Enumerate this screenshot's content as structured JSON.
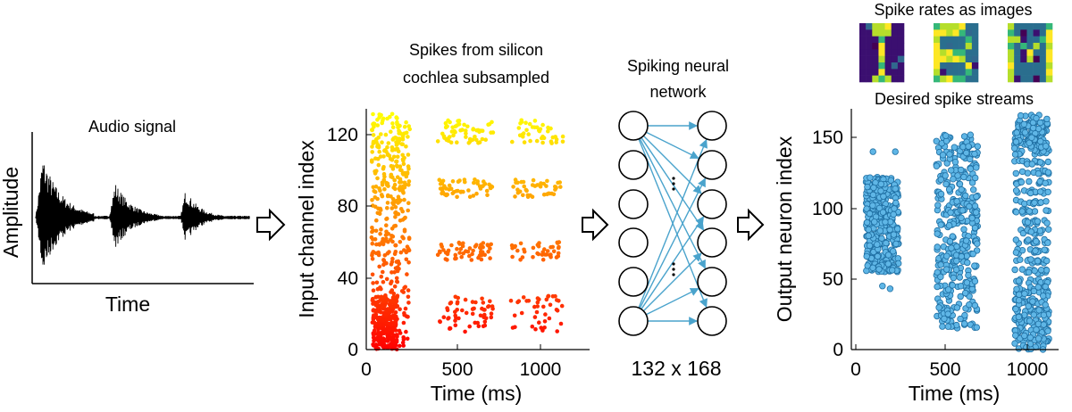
{
  "audio_panel": {
    "title": "Audio signal",
    "xlabel": "Time",
    "ylabel": "Amplitude"
  },
  "input_panel": {
    "title_line1": "Spikes from silicon",
    "title_line2": "cochlea subsampled",
    "xlabel": "Time (ms)",
    "ylabel": "Input channel index",
    "x_ticks": [
      "0",
      "500",
      "1000"
    ],
    "y_ticks": [
      "0",
      "40",
      "80",
      "120"
    ]
  },
  "network_panel": {
    "title_line1": "Spiking neural",
    "title_line2": "network",
    "size_label": "132 x 168",
    "left_nodes": 6,
    "right_nodes": 6,
    "edge_color": "#4aa3cc"
  },
  "output_panel": {
    "images_title": "Spike rates as images",
    "title": "Desired spike streams",
    "xlabel": "Time (ms)",
    "ylabel": "Output neuron index",
    "x_ticks": [
      "0",
      "500",
      "1000"
    ],
    "y_ticks": [
      "0",
      "50",
      "100",
      "150"
    ]
  },
  "chart_data": [
    {
      "type": "scatter",
      "title": "Spikes from silicon cochlea subsampled",
      "xlabel": "Time (ms)",
      "ylabel": "Input channel index",
      "xlim": [
        0,
        1230
      ],
      "ylim": [
        0,
        135
      ],
      "colormap": "autumn (red at channel 0 to yellow at channel 132)",
      "clusters": [
        {
          "x_range": [
            20,
            250
          ],
          "y_range": [
            2,
            132
          ]
        },
        {
          "x_range": [
            400,
            730
          ],
          "y_range": [
            15,
            130
          ]
        },
        {
          "x_range": [
            820,
            1130
          ],
          "y_range": [
            15,
            130
          ]
        }
      ]
    },
    {
      "type": "scatter",
      "title": "Desired spike streams",
      "xlabel": "Time (ms)",
      "ylabel": "Output neuron index",
      "xlim": [
        0,
        1230
      ],
      "ylim": [
        0,
        168
      ],
      "marker_color": "#5fb6e6",
      "clusters": [
        {
          "x_range": [
            50,
            270
          ],
          "y_range": [
            43,
            140
          ]
        },
        {
          "x_range": [
            460,
            720
          ],
          "y_range": [
            15,
            152
          ]
        },
        {
          "x_range": [
            920,
            1130
          ],
          "y_range": [
            0,
            166
          ]
        }
      ]
    }
  ]
}
